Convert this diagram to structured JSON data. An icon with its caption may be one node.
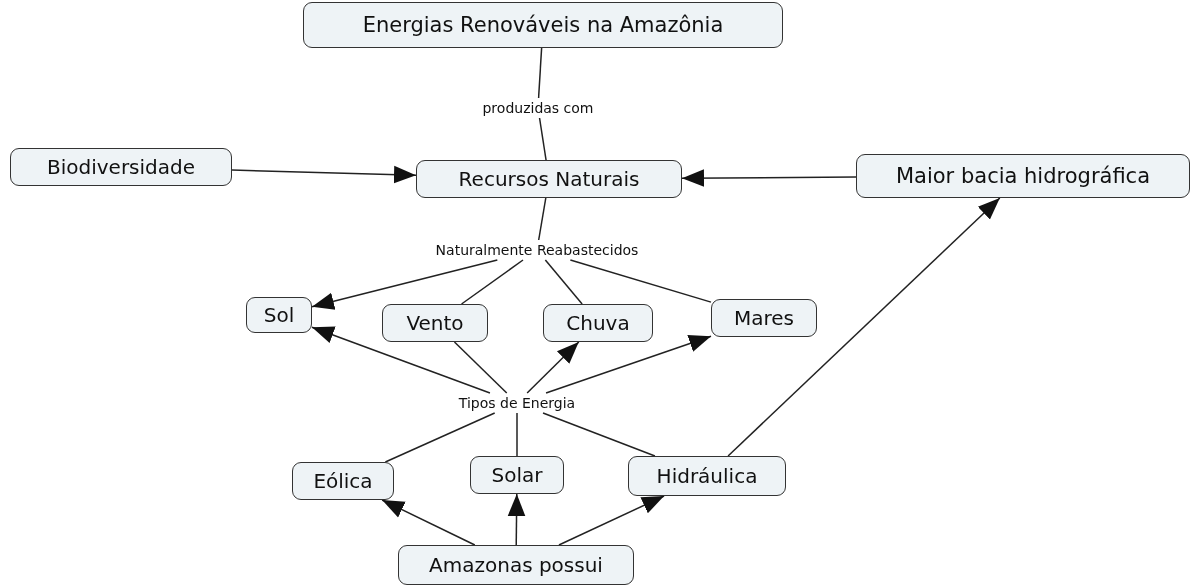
{
  "diagram": {
    "nodes": [
      {
        "text": [
          "Energias Renováveis na Amazônia"
        ]
      },
      {
        "text": [
          "Biodiversidade"
        ]
      },
      {
        "text": [
          "Recursos Naturais"
        ]
      },
      {
        "text": [
          "Maior bacia hidrográfica"
        ]
      },
      {
        "text": [
          "Sol"
        ]
      },
      {
        "text": [
          "Vento"
        ]
      },
      {
        "text": [
          "Chuva"
        ]
      },
      {
        "text": [
          "Mares"
        ]
      },
      {
        "text": [
          "Eólica"
        ]
      },
      {
        "text": [
          "Solar"
        ]
      },
      {
        "text": [
          "Hidráulica"
        ]
      },
      {
        "text": [
          "Amazonas possui"
        ]
      },
      {
        "text": [
          "produzidas com"
        ]
      },
      {
        "text": [
          "Naturalmente Reabastecidos"
        ]
      },
      {
        "text": [
          "Tipos de Energia"
        ]
      }
    ],
    "edges": [
      {
        "from": 0,
        "to": 12,
        "arrow": "none"
      },
      {
        "from": 12,
        "to": 2,
        "arrow": "none"
      },
      {
        "from": 1,
        "to": 2,
        "arrow": "to"
      },
      {
        "from": 3,
        "to": 2,
        "arrow": "to"
      },
      {
        "from": 2,
        "to": 13,
        "arrow": "none"
      },
      {
        "from": 13,
        "to": 4,
        "arrow": "to"
      },
      {
        "from": 13,
        "to": 5,
        "arrow": "none"
      },
      {
        "from": 13,
        "to": 6,
        "arrow": "none"
      },
      {
        "from": 13,
        "to": 7,
        "arrow": "none"
      },
      {
        "from": 5,
        "to": 14,
        "arrow": "none"
      },
      {
        "from": 14,
        "to": 4,
        "arrow": "to"
      },
      {
        "from": 14,
        "to": 6,
        "arrow": "to"
      },
      {
        "from": 14,
        "to": 7,
        "arrow": "to"
      },
      {
        "from": 14,
        "to": 8,
        "arrow": "none"
      },
      {
        "from": 14,
        "to": 9,
        "arrow": "none"
      },
      {
        "from": 14,
        "to": 10,
        "arrow": "none"
      },
      {
        "from": 10,
        "to": 3,
        "arrow": "to"
      },
      {
        "from": 11,
        "to": 8,
        "arrow": "to"
      },
      {
        "from": 11,
        "to": 9,
        "arrow": "to"
      },
      {
        "from": 11,
        "to": 10,
        "arrow": "to"
      }
    ]
  }
}
